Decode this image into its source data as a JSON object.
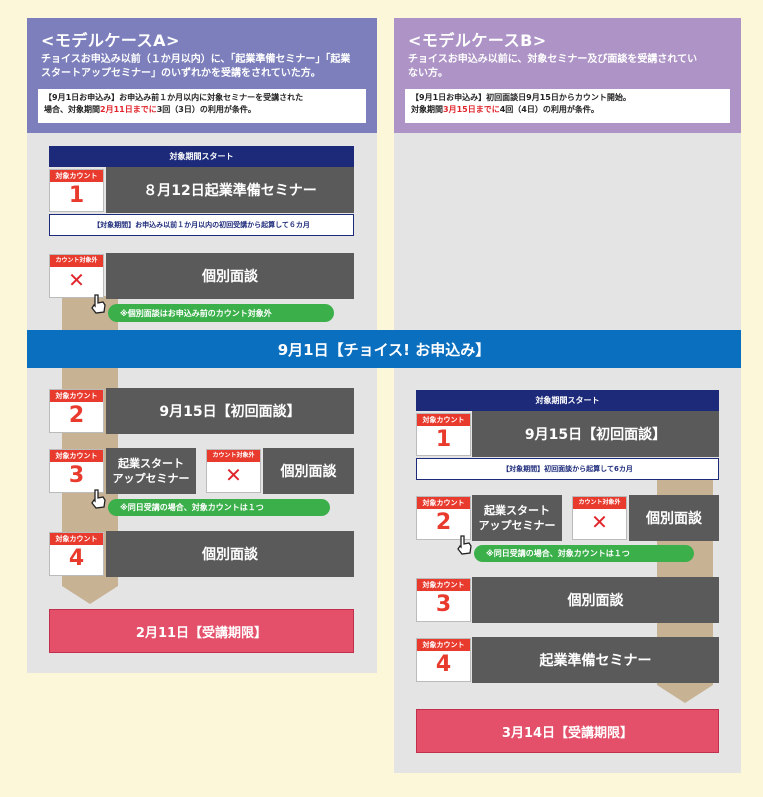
{
  "caseA": {
    "title": "<モデルケースA>",
    "desc1": "チョイスお申込み以前（１か月以内）に、「起業準備セミナー」「起業",
    "desc2": "スタートアップセミナー」のいずれかを受講をされていた方。",
    "note1": "【9月1日お申込み】お申込み前１か月以内に対象セミナーを受講された",
    "note2a": "場合、対象期間",
    "note2red": "2月11日までに",
    "note2b": "3回（3日）の利用が条件。",
    "start_band": "対象期間スタート",
    "count_label": "対象カウント",
    "excluded_label": "カウント対象外",
    "step1_num": "1",
    "step1_label": "８月12日起業準備セミナー",
    "period": "【対象期間】お申込み以前１か月以内の初回受講から起算して６カ月",
    "interview_excluded": "個別面談",
    "x_mark": "✕",
    "pill1": "※個別面談はお申込み前のカウント対象外",
    "step2_num": "2",
    "step2_label": "9月15日【初回面談】",
    "step3_num": "3",
    "step3_line1": "起業スタート",
    "step3_line2": "アップセミナー",
    "step3_interview": "個別面談",
    "pill2": "※同日受講の場合、対象カウントは１つ",
    "step4_num": "4",
    "step4_label": "個別面談",
    "deadline": "2月11日【受講期限】"
  },
  "caseB": {
    "title": "<モデルケースB>",
    "desc1": "チョイスお申込み以前に、対象セミナー及び面談を受講されてい",
    "desc2": "ない方。",
    "note1": "【9月1日お申込み】初回面談日9月15日からカウント開始。",
    "note2a": "対象期間",
    "note2red": "3月15日までに",
    "note2b": "4回（4日）の利用が条件。",
    "start_band": "対象期間スタート",
    "count_label": "対象カウント",
    "excluded_label": "カウント対象外",
    "step1_num": "1",
    "step1_label": "9月15日【初回面談】",
    "period": "【対象期間】初回面談から起算して6カ月",
    "step2_num": "2",
    "step2_line1": "起業スタート",
    "step2_line2": "アップセミナー",
    "step2_interview": "個別面談",
    "x_mark": "✕",
    "pill": "※同日受講の場合、対象カウントは１つ",
    "step3_num": "3",
    "step3_label": "個別面談",
    "step4_num": "4",
    "step4_label": "起業準備セミナー",
    "deadline": "3月14日【受講期限】"
  },
  "application_banner": "9月1日【チョイス! お申込み】",
  "colors": {
    "background": "#fbf7d8",
    "panel": "#e4e4e4",
    "header_a": "#7c7fbb",
    "header_b": "#ad93c6",
    "count_red": "#e83a2d",
    "bar_gray": "#5a5a5a",
    "banner_blue": "#0b6fbf",
    "deadline_pink": "#e44f6a",
    "pill_green": "#3bb04a",
    "arrow_tan": "#c7b294"
  },
  "icons": [
    "pointing-hand-icon",
    "cross-icon"
  ]
}
